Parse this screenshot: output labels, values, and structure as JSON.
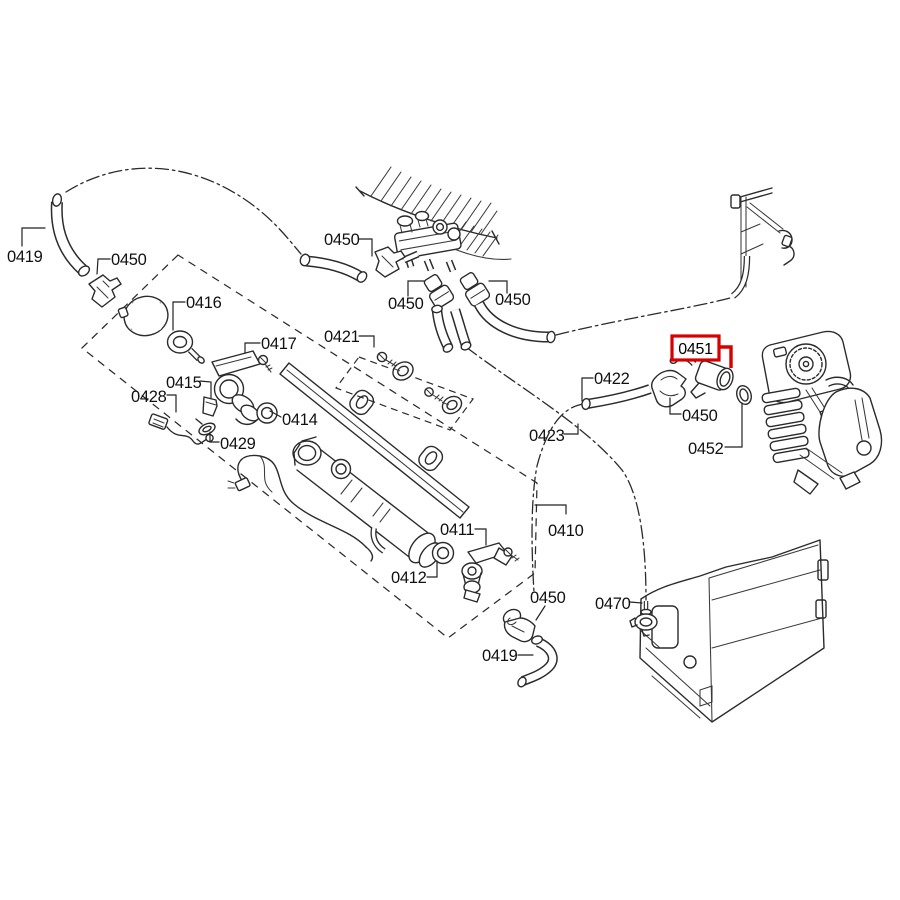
{
  "diagram": {
    "type": "appliance-exploded-parts-diagram",
    "background": "#ffffff",
    "line_color": "#2b2b2b",
    "highlight_color": "#d60000",
    "highlighted_part": "0451",
    "labels": [
      {
        "id": "0419-top",
        "text": "0419"
      },
      {
        "id": "0450-top-left",
        "text": "0450"
      },
      {
        "id": "0416",
        "text": "0416"
      },
      {
        "id": "0417",
        "text": "0417"
      },
      {
        "id": "0415",
        "text": "0415"
      },
      {
        "id": "0428",
        "text": "0428"
      },
      {
        "id": "0429",
        "text": "0429"
      },
      {
        "id": "0414",
        "text": "0414"
      },
      {
        "id": "0421",
        "text": "0421"
      },
      {
        "id": "0450-top",
        "text": "0450"
      },
      {
        "id": "0450-mid-left",
        "text": "0450"
      },
      {
        "id": "0450-mid-right",
        "text": "0450"
      },
      {
        "id": "0422",
        "text": "0422"
      },
      {
        "id": "0423",
        "text": "0423"
      },
      {
        "id": "0410",
        "text": "0410"
      },
      {
        "id": "0411",
        "text": "0411"
      },
      {
        "id": "0412",
        "text": "0412"
      },
      {
        "id": "0450-bottom",
        "text": "0450"
      },
      {
        "id": "0419-bottom",
        "text": "0419"
      },
      {
        "id": "0470",
        "text": "0470"
      },
      {
        "id": "0450-right",
        "text": "0450"
      },
      {
        "id": "0452",
        "text": "0452"
      },
      {
        "id": "0451",
        "text": "0451",
        "highlighted": true
      }
    ]
  }
}
